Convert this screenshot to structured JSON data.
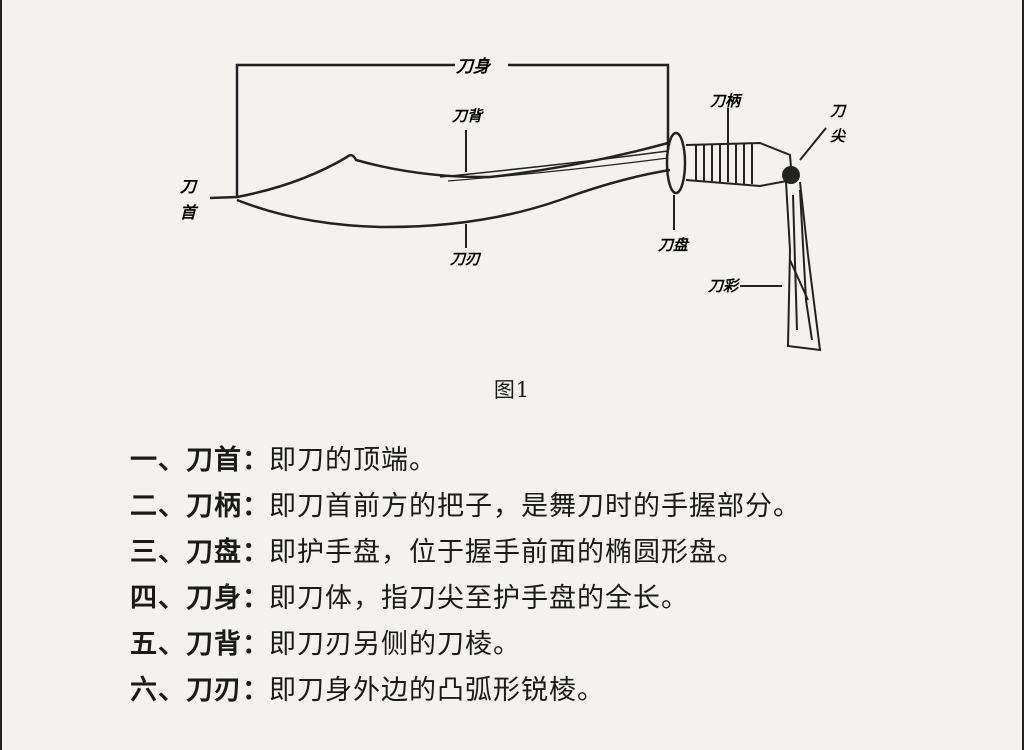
{
  "figure": {
    "labels": {
      "dao_shen": "刀身",
      "dao_bei": "刀背",
      "dao_bing": "刀柄",
      "dao_shou_a": "刀",
      "dao_shou_b": "首",
      "dao_jian_a": "刀",
      "dao_jian_b": "尖",
      "dao_pan": "刀盘",
      "dao_ren": "刀刃",
      "dao_cai": "刀彩"
    },
    "caption": "图1"
  },
  "definitions": [
    {
      "num": "一、",
      "term": "刀首",
      "sep": "：",
      "desc": "即刀的顶端。"
    },
    {
      "num": "二、",
      "term": "刀柄",
      "sep": "：",
      "desc": "即刀首前方的把子，是舞刀时的手握部分。"
    },
    {
      "num": "三、",
      "term": "刀盘",
      "sep": "：",
      "desc": "即护手盘，位于握手前面的椭圆形盘。"
    },
    {
      "num": "四、",
      "term": "刀身",
      "sep": "：",
      "desc": "即刀体，指刀尖至护手盘的全长。"
    },
    {
      "num": "五、",
      "term": "刀背",
      "sep": "：",
      "desc": "即刀刃另侧的刀棱。"
    },
    {
      "num": "六、",
      "term": "刀刃",
      "sep": "：",
      "desc": "即刀身外边的凸弧形锐棱。"
    }
  ]
}
